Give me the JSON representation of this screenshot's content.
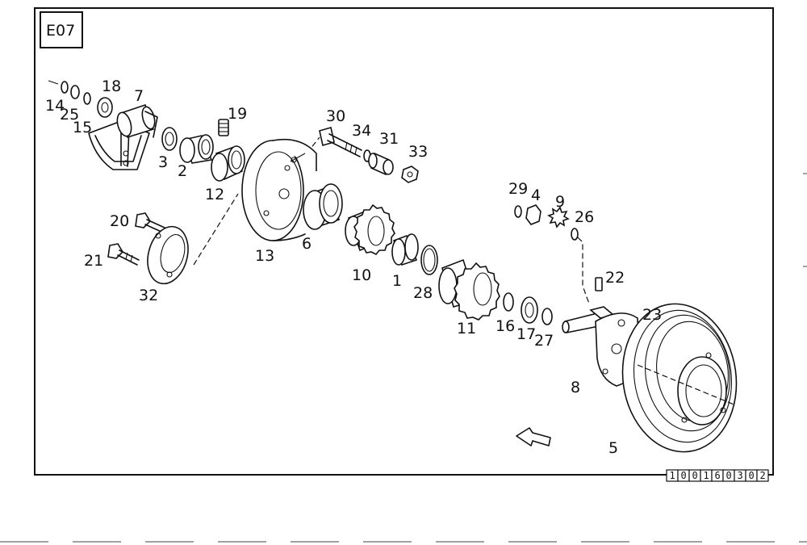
{
  "figure_tag": "E07",
  "reference_code": [
    "1",
    "0",
    "0",
    "1",
    "6",
    "0",
    "3",
    "0",
    "2"
  ],
  "part_labels": [
    {
      "id": "p14",
      "text": "14"
    },
    {
      "id": "p25",
      "text": "25"
    },
    {
      "id": "p15",
      "text": "15"
    },
    {
      "id": "p18",
      "text": "18"
    },
    {
      "id": "p7",
      "text": "7"
    },
    {
      "id": "p3",
      "text": "3"
    },
    {
      "id": "p2",
      "text": "2"
    },
    {
      "id": "p19",
      "text": "19"
    },
    {
      "id": "p12",
      "text": "12"
    },
    {
      "id": "p30",
      "text": "30"
    },
    {
      "id": "p34",
      "text": "34"
    },
    {
      "id": "p31",
      "text": "31"
    },
    {
      "id": "p33",
      "text": "33"
    },
    {
      "id": "p20",
      "text": "20"
    },
    {
      "id": "p21",
      "text": "21"
    },
    {
      "id": "p32",
      "text": "32"
    },
    {
      "id": "p13",
      "text": "13"
    },
    {
      "id": "p6",
      "text": "6"
    },
    {
      "id": "p10",
      "text": "10"
    },
    {
      "id": "p1",
      "text": "1"
    },
    {
      "id": "p28",
      "text": "28"
    },
    {
      "id": "p29",
      "text": "29"
    },
    {
      "id": "p4",
      "text": "4"
    },
    {
      "id": "p9",
      "text": "9"
    },
    {
      "id": "p26",
      "text": "26"
    },
    {
      "id": "p22",
      "text": "22"
    },
    {
      "id": "p23",
      "text": "23"
    },
    {
      "id": "p11",
      "text": "11"
    },
    {
      "id": "p16",
      "text": "16"
    },
    {
      "id": "p17",
      "text": "17"
    },
    {
      "id": "p27",
      "text": "27"
    },
    {
      "id": "p8",
      "text": "8"
    },
    {
      "id": "p5",
      "text": "5"
    }
  ]
}
